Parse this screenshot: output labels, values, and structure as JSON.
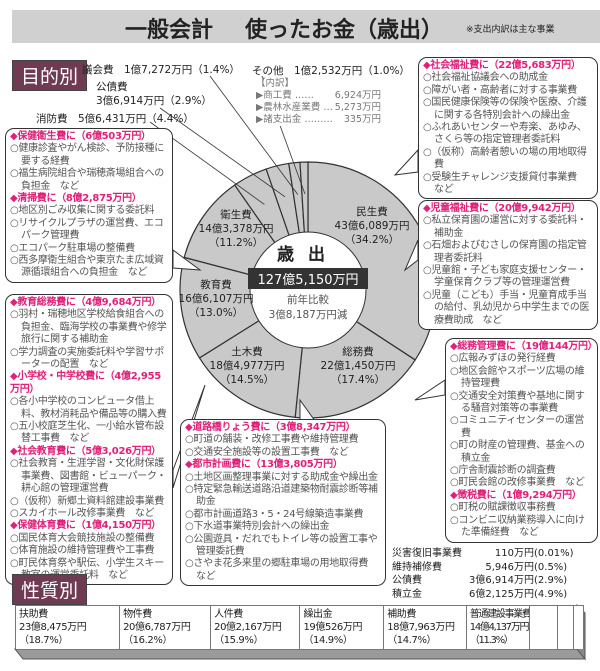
{
  "header": {
    "title_left": "一般会計",
    "title_main": "使ったお金（歳出）",
    "note": "※支出内訳は主な事業"
  },
  "sections": {
    "by_purpose": "目的別",
    "by_nature": "性質別"
  },
  "outside_labels": {
    "gikai": "議会費　1億7,272万円（1.4%）",
    "kousai_name": "公債費",
    "kousai_value": "3億6,914万円（2.9%）",
    "shobo": "消防費　5億6,431万円（4.4%）",
    "sonota": "その他　1億2,532万円（1.0%）",
    "breakdown_title": "【内訳】",
    "breakdown": [
      {
        "name": "▶商工費 ……",
        "value": "6,924万円"
      },
      {
        "name": "▶農林水産業費 …",
        "value": "5,273万円"
      },
      {
        "name": "▶諸支出金 ………",
        "value": "335万円"
      }
    ]
  },
  "chart_data": {
    "type": "pie",
    "title": "歳出",
    "total": "127億5,150万円",
    "comparison_label": "前年比較",
    "comparison": "3億8,187万円減",
    "categories": [
      "民生費",
      "総務費",
      "土木費",
      "教育費",
      "衛生費",
      "消防費",
      "公債費",
      "議会費",
      "その他"
    ],
    "amounts": [
      "43億6,089万円",
      "22億1,450万円",
      "18億4,977万円",
      "16億6,107万円",
      "14億3,378万円",
      "5億6,431万円",
      "3億6,914万円",
      "1億7,272万円",
      "1億2,532万円"
    ],
    "percent_labels": [
      "（34.2%）",
      "（17.4%）",
      "（14.5%）",
      "（13.0%）",
      "（11.2%）",
      "（4.4%）",
      "（2.9%）",
      "（1.4%）",
      "（1.0%）"
    ],
    "values": [
      34.2,
      17.4,
      14.5,
      13.0,
      11.2,
      4.4,
      2.9,
      1.4,
      1.0
    ],
    "colors": {
      "slice": "#c9c9c9",
      "center": "#ffffff",
      "stroke": "#333333"
    }
  },
  "callouts": [
    {
      "id": "social-welfare",
      "sections": [
        {
          "heading": "◆社会福祉費に（22億5,683万円）",
          "items": [
            "○社会福祉協議会への助成金",
            "○障がい者・高齢者に対する事業費",
            "○国民健康保険等の保険や医療、介護に関する各特別会計への繰出金",
            "○ふれあいセンターや寿楽、あゆみ、さくら等の指定管理者委託料",
            "○（仮称）高齢者憩いの場の用地取得費",
            "○受験生チャレンジ支援貸付事業費　など"
          ]
        }
      ]
    },
    {
      "id": "child-welfare",
      "sections": [
        {
          "heading": "◆児童福祉費に（20億9,942万円）",
          "items": [
            "○私立保育園の運営に対する委託料・補助金",
            "○石畑およびむさしの保育園の指定管理者委託料",
            "○児童館・子ども家庭支援センター・学童保育クラブ等の管理運営費",
            "○児童（こども）手当・児童育成手当の給付、乳幼児から中学生までの医療費助成　など"
          ]
        }
      ]
    },
    {
      "id": "health",
      "sections": [
        {
          "heading": "◆保健衛生費に（6億503万円）",
          "items": [
            "○健康診査やがん検診、予防接種に要する経費",
            "○福生病院組合や瑞穂斎場組合への負担金　など"
          ]
        },
        {
          "heading": "◆清掃費に（8億2,875万円）",
          "items": [
            "○地区別ごみ収集に関する委託料",
            "○リサイクルプラザの運営費、エコパーク管理費",
            "○エコパーク駐車場の整備費",
            "○西多摩衛生組合や東京たま広域資源循環組合への負担金　など"
          ]
        }
      ]
    },
    {
      "id": "education",
      "sections": [
        {
          "heading": "◆教育総務費に（4億9,684万円）",
          "items": [
            "○羽村・瑞穂地区学校給食組合への負担金、臨海学校の事業費や修学旅行に関する補助金",
            "○学力調査の実施委託料や学習サポーターの配置　など"
          ]
        },
        {
          "heading": "◆小学校・中学校費に（4億2,955万円）",
          "items": [
            "○各小中学校のコンピュータ借上料、教材消耗品や備品等の購入費",
            "○五小校庭芝生化、一小給水管布設替工事費　など"
          ]
        },
        {
          "heading": "◆社会教育費に（5億3,026万円）",
          "items": [
            "○社会教育・生涯学習・文化財保護事業費、図書館・ビューパーク・耕心館の管理運営費",
            "○（仮称）新郷土資料館建設事業費",
            "○スカイホール改修事業費　など"
          ]
        },
        {
          "heading": "◆保健体育費に（1億4,150万円）",
          "items": [
            "○国民体育大会競技施設の整備費",
            "○体育施設の維持管理費や工事費",
            "○町民体育祭や駅伝、小学生スキー教室の運営委託料　など"
          ]
        }
      ]
    },
    {
      "id": "general-affairs",
      "sections": [
        {
          "heading": "◆総務管理費に（19億144万円）",
          "items": [
            "○広報みずほの発行経費",
            "○地区会館やスポーツ広場の維持管理費",
            "○交通安全対策費や基地に関する騒音対策等の事業費",
            "○コミュニティセンターの運営費",
            "○町の財産の管理費、基金への積立金",
            "○庁舎耐震診断の調査費",
            "○町民会館の改修事業費　など"
          ]
        },
        {
          "heading": "◆徴税費に（1億9,294万円）",
          "items": [
            "○町税の賦課徴収事務費",
            "○コンビニ収納業務導入に向けた準備経費　など"
          ]
        }
      ]
    },
    {
      "id": "civil-engineering",
      "sections": [
        {
          "heading": "◆道路橋りょう費に（3億8,347万円）",
          "items": [
            "○町道の舗装・改修工事費や維持管理費",
            "○交通安全施設等の設置工事費　など"
          ]
        },
        {
          "heading": "◆都市計画費に（13億3,805万円）",
          "items": [
            "○土地区画整理事業に対する助成金や繰出金",
            "○特定緊急輸送道路沿道建築物耐震診断等補助金",
            "○都市計画道路3・5・24号線築造事業費",
            "○下水道事業特別会計への繰出金",
            "○公園遊具・だれでもトイレ等の設置工事や管理委託費",
            "○さやま花多来里の郷駐車場の用地取得費　など"
          ]
        }
      ]
    }
  ],
  "by_nature": {
    "segments": [
      {
        "name": "扶助費",
        "amount": "23億8,475万円",
        "percent": "（18.7%）",
        "value": 18.7
      },
      {
        "name": "物件費",
        "amount": "20億6,787万円",
        "percent": "（16.2%）",
        "value": 16.2
      },
      {
        "name": "人件費",
        "amount": "20億2,167万円",
        "percent": "（15.9%）",
        "value": 15.9
      },
      {
        "name": "繰出金",
        "amount": "19億526万円",
        "percent": "（14.9%）",
        "value": 14.9
      },
      {
        "name": "補助費",
        "amount": "18億7,963万円",
        "percent": "（14.7%）",
        "value": 14.7
      },
      {
        "name": "普通建設事業費",
        "amount": "14億4,137万円",
        "percent": "（11.3%）",
        "value": 11.3
      }
    ],
    "small": [
      {
        "name": "災害復旧事業費",
        "amount": "110万円",
        "percent": "(0.01%)",
        "value": 0.01
      },
      {
        "name": "維持補修費",
        "amount": "5,946万円",
        "percent": "(0.5%)",
        "value": 0.5
      },
      {
        "name": "公債費",
        "amount": "3億6,914万円",
        "percent": "(2.9%)",
        "value": 2.9
      },
      {
        "name": "積立金",
        "amount": "6億2,125万円",
        "percent": "(4.9%)",
        "value": 4.9
      }
    ]
  }
}
